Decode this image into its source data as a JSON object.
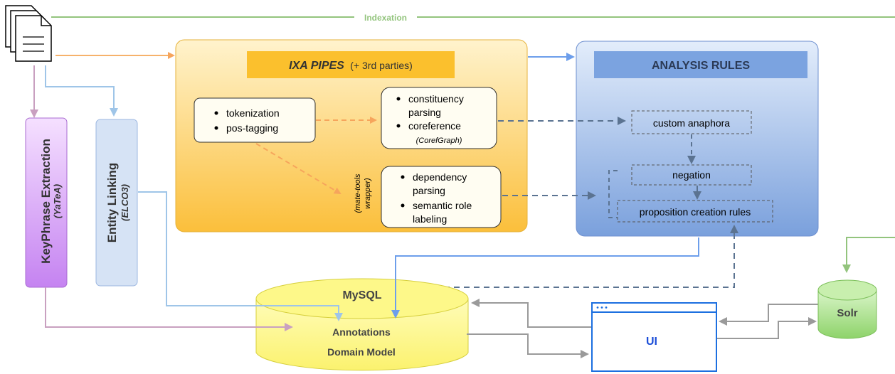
{
  "indexation_label": "Indexation",
  "ixa": {
    "title": "IXA PIPES",
    "title_suffix": "(+ 3rd parties)",
    "box1": [
      "tokenization",
      "pos-tagging"
    ],
    "box2": [
      "constituency",
      "parsing",
      "coreference",
      "(CorefGraph)"
    ],
    "box3": [
      "dependency",
      "parsing",
      "semantic role",
      "labeling"
    ],
    "wrapper_label": [
      "(mate-tools",
      "wrapper)"
    ]
  },
  "analysis": {
    "title": "ANALYSIS RULES",
    "rules": [
      "custom anaphora",
      "negation",
      "proposition creation rules"
    ]
  },
  "keyphrase": {
    "title": "KeyPhrase Extraction",
    "subtitle": "(YaTeA)"
  },
  "entity": {
    "title": "Entity Linking",
    "subtitle": "(ELCO3)"
  },
  "mysql": {
    "title": "MySQL",
    "items": [
      "Annotations",
      "Domain Model"
    ]
  },
  "ui": {
    "label": "UI"
  },
  "solr": {
    "label": "Solr"
  },
  "colors": {
    "indexation": "#93c47d",
    "orange": "#f6b26b",
    "blue": "#6d9eeb",
    "lightblue": "#9fc5e8",
    "purple": "#c27ba0",
    "gray": "#999999",
    "dash": "#5b7391",
    "ui_blue": "#1c4ed8"
  }
}
